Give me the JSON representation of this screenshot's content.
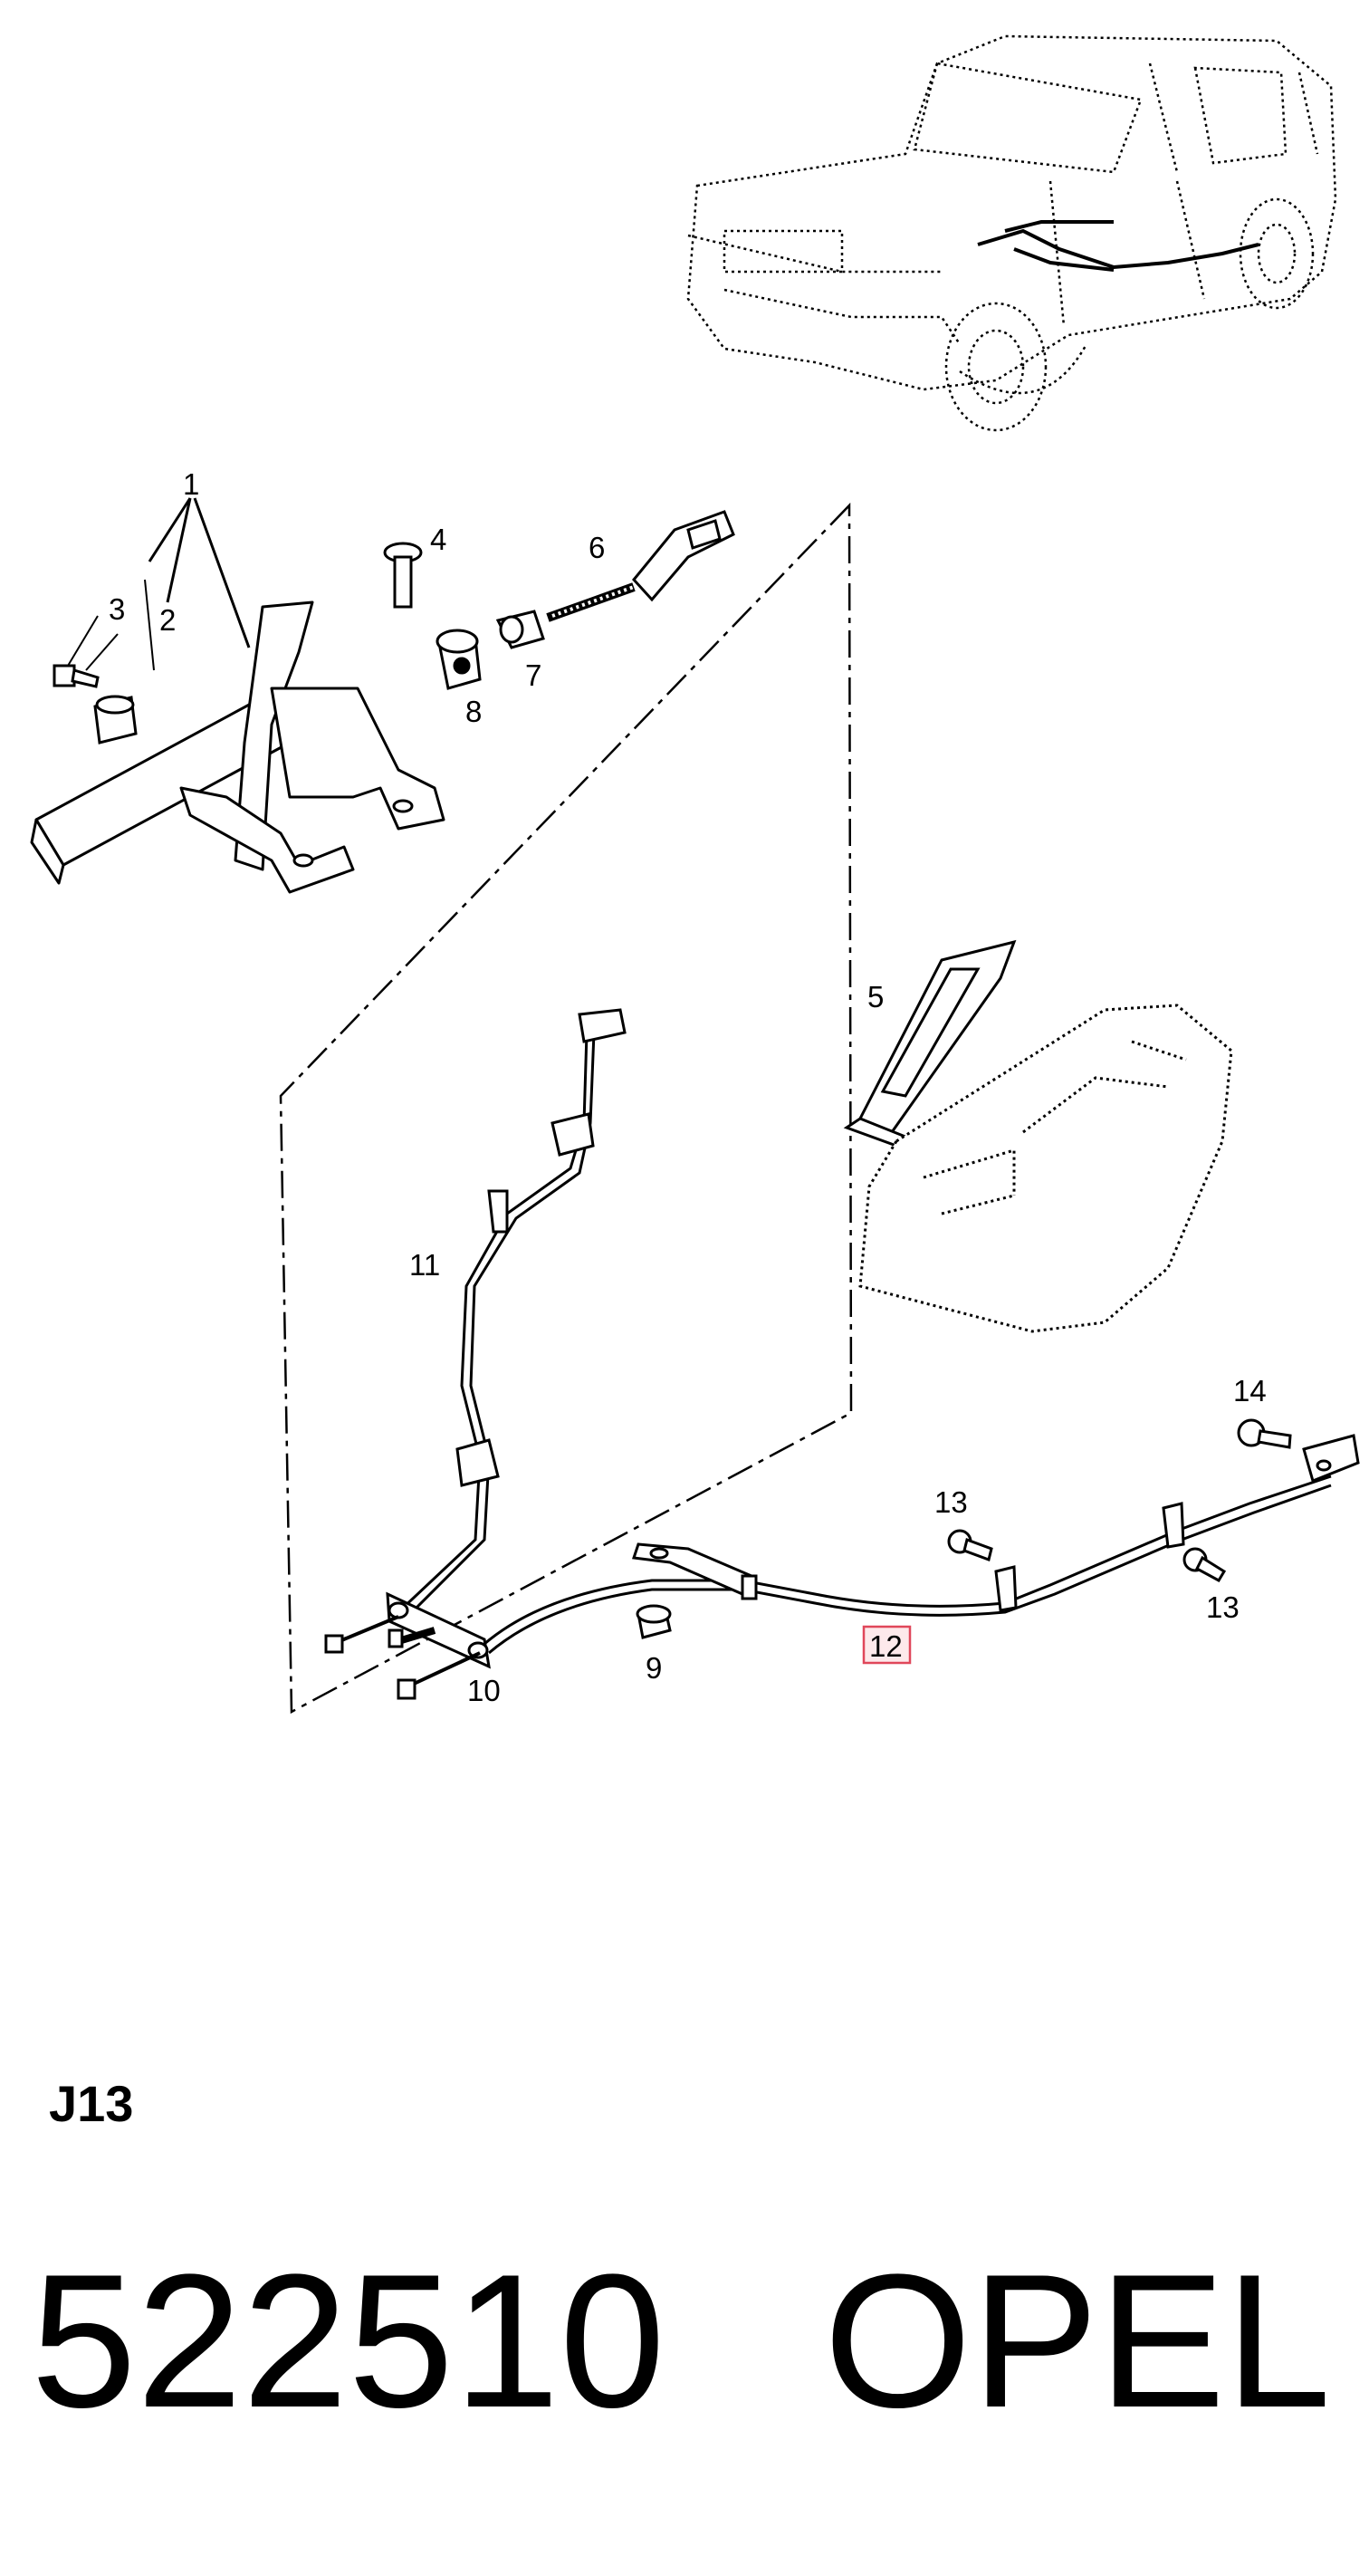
{
  "callouts": {
    "c1": "1",
    "c2": "2",
    "c3": "3",
    "c4": "4",
    "c5": "5",
    "c6": "6",
    "c7": "7",
    "c8": "8",
    "c9": "9",
    "c10": "10",
    "c11": "11",
    "c12": "12",
    "c13a": "13",
    "c13b": "13",
    "c14": "14"
  },
  "highlighted_callout": "12",
  "highlight_color": "#e0475a",
  "section_code": "J13",
  "part_number": "522510",
  "brand": "OPEL"
}
